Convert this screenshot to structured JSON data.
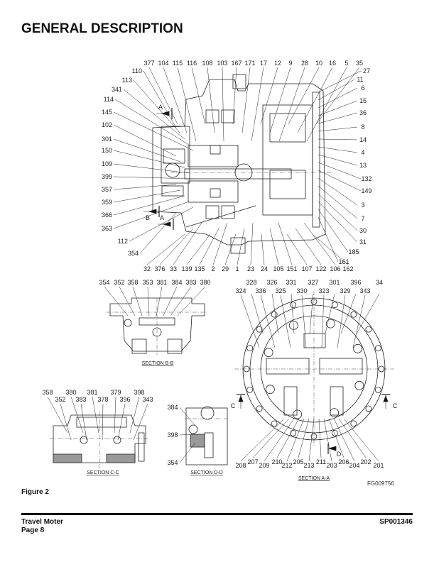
{
  "page": {
    "title": "GENERAL DESCRIPTION",
    "figure_caption": "Figure 2",
    "figure_code": "FG009756"
  },
  "main_view": {
    "top_labels": [
      "377",
      "104",
      "115",
      "116",
      "108",
      "103",
      "167",
      "171",
      "17",
      "12",
      "9",
      "28",
      "10",
      "16",
      "5",
      "35"
    ],
    "left_labels": [
      "110",
      "113",
      "341",
      "114",
      "145",
      "102",
      "301",
      "150",
      "109",
      "399",
      "357",
      "359",
      "366",
      "363",
      "112",
      "354"
    ],
    "right_labels": [
      "27",
      "11",
      "6",
      "15",
      "36",
      "8",
      "14",
      "4",
      "13",
      "132",
      "149",
      "3",
      "7",
      "30",
      "31",
      "185",
      "161"
    ],
    "bottom_labels": [
      "32",
      "376",
      "33",
      "139",
      "135",
      "2",
      "29",
      "1",
      "23",
      "24",
      "105",
      "151",
      "107",
      "122",
      "106",
      "162"
    ],
    "section_markers": [
      "A",
      "B",
      "A"
    ]
  },
  "section_bb": {
    "caption": "SECTION  B-B",
    "top_labels": [
      "354",
      "352",
      "358",
      "353",
      "381",
      "384",
      "383",
      "380"
    ]
  },
  "section_aa": {
    "caption": "SECTION  A-A",
    "top_row_labels": [
      "328",
      "326",
      "331",
      "327",
      "301",
      "396",
      "34"
    ],
    "second_row_labels": [
      "324",
      "336",
      "325",
      "330",
      "323",
      "329",
      "343"
    ],
    "bottom_labels": [
      "208",
      "207",
      "209",
      "210",
      "212",
      "205",
      "213",
      "211",
      "203",
      "206",
      "204",
      "202",
      "201"
    ],
    "section_markers": [
      "C",
      "C",
      "D"
    ]
  },
  "section_cc": {
    "caption": "SECTION  C-C",
    "top_row_labels": [
      "358",
      "380",
      "381",
      "379",
      "398"
    ],
    "second_row_labels": [
      "352",
      "383",
      "378",
      "396",
      "343"
    ]
  },
  "section_dd": {
    "caption": "SECTION  D-D",
    "labels": [
      "384",
      "398",
      "354"
    ]
  },
  "footer": {
    "doc_title": "Travel Moter",
    "page_number": "Page 8",
    "doc_code": "SP001346"
  }
}
